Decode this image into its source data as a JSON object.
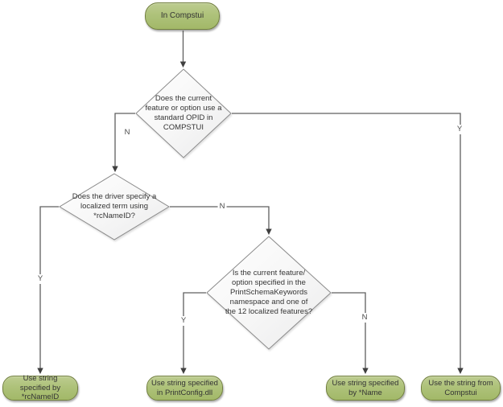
{
  "nodes": {
    "start": {
      "label": "In Compstui"
    },
    "decision_opid": {
      "label": "Does the current feature or option use a standard OPID in COMPSTUI"
    },
    "decision_rcnameid": {
      "label": "Does the driver specify a localized term using *rcNameID?"
    },
    "decision_schema": {
      "label": "Is the current feature/ option specified in the PrintSchemaKeywords namespace and one of the 12 localized features?"
    },
    "end_rcnameid": {
      "label": "Use string specified by *rcNameID"
    },
    "end_printconfig": {
      "label": "Use string specified in PrintConfig.dll"
    },
    "end_name": {
      "label": "Use string specified by *Name"
    },
    "end_compstui": {
      "label": "Use the string from Compstui"
    }
  },
  "edge_labels": {
    "opid_no": "N",
    "opid_yes": "Y",
    "rcnameid_yes": "Y",
    "rcnameid_no": "N",
    "schema_yes": "Y",
    "schema_no": "N"
  },
  "colors": {
    "terminal_fill_top": "#bdcc90",
    "terminal_fill_bottom": "#a2b868",
    "terminal_border": "#72803f",
    "decision_fill_light": "#ffffff",
    "decision_fill_dark": "#ebebec",
    "decision_border": "#8a8a8a",
    "connector": "#5f5f5f",
    "arrowhead": "#3f3f3f",
    "text": "#353535"
  }
}
